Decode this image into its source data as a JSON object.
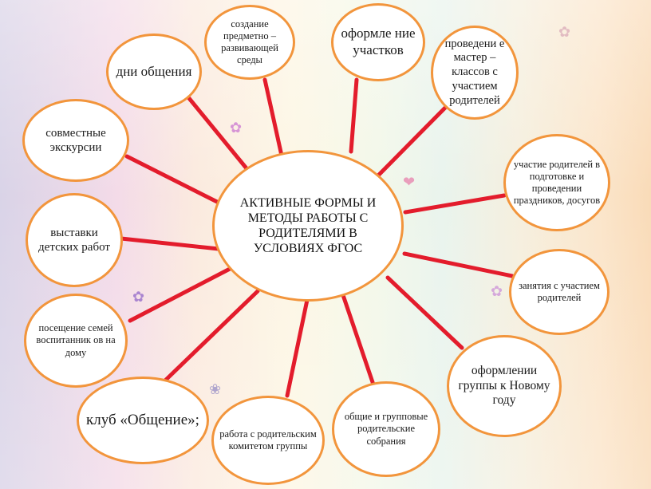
{
  "center": {
    "text": "АКТИВНЫЕ ФОРМЫ И МЕТОДЫ РАБОТЫ С РОДИТЕЛЯМИ В УСЛОВИЯХ ФГОС"
  },
  "nodes": [
    {
      "id": "dni",
      "text": "дни общения"
    },
    {
      "id": "sozdanie",
      "text": "создание предметно – развивающей среды"
    },
    {
      "id": "oformlenie-uchastkov",
      "text": "оформле ние участков"
    },
    {
      "id": "master",
      "text": "проведени е мастер – классов с участием родителей"
    },
    {
      "id": "ekskursii",
      "text": "совместные экскурсии"
    },
    {
      "id": "prazdniki",
      "text": "участие родителей в подготовке и проведении праздников, досугов"
    },
    {
      "id": "vystavki",
      "text": "выставки детских работ"
    },
    {
      "id": "zanyatiya",
      "text": "занятия с участием родителей"
    },
    {
      "id": "poseshchenie",
      "text": "посещение семей воспитанник ов на дому"
    },
    {
      "id": "novy-god",
      "text": "оформлении группы к Новому году"
    },
    {
      "id": "klub",
      "text": "клуб «Общение»;"
    },
    {
      "id": "komitet",
      "text": "работа с родительским комитетом группы"
    },
    {
      "id": "sobraniya",
      "text": "общие и групповые родительские собрания"
    }
  ],
  "colors": {
    "connector": "#e31c2c",
    "node_border": "#f2953c",
    "node_fill": "#ffffff"
  }
}
